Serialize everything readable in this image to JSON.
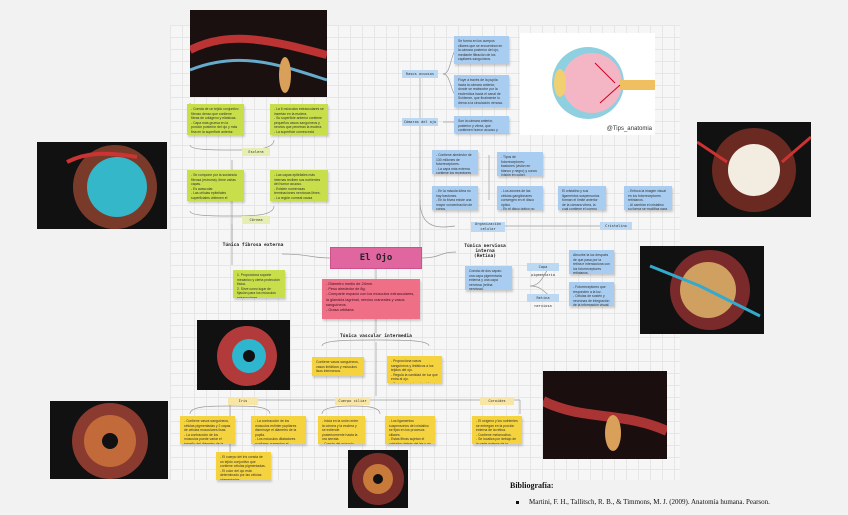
{
  "main": {
    "title": "El Ojo",
    "summary": "- Diámetro medio de 24mm.\n- Peso alrededor de 8g.\n- Comparte espacio con los músculos extraoculares, la glándula lagrimal, nervios craneales y vasos sanguíneos.\n- Grasa orbitaria."
  },
  "fibrosa": {
    "heading": "Túnica fibrosa externa",
    "esclera_tag": "Esclera",
    "cornea_tag": "Córnea",
    "esclera_left": "- Consta de un tejido conjuntivo fibroso denso que contiene fibras de colágeno y elásticas.\n- Capa más gruesa en la porción posterior del ojo y más fina en la superficie anterior.",
    "esclera_right": "- La 6 músculos extraoculares se insertan en la esclera.\n- Su superficie anterior contiene pequeños vasos sanguíneos y nervios que penetran la esclera.\n- La superficie cornea está cubierta por un epitelio escamoso estratificado fino.",
    "cornea_left": "- Se compone por la sustancia fibrosa (estroma), tiene varias capas.\n- Es avascular.\n- Las células epiteliales superficiales obtienen el oxígeno y nutrientes de las lágrimas.",
    "cornea_right": "- Las capas epiteliales más internas reciben sus nutrientes del humor acuoso.\n- Existen numerosas terminaciones nerviosas libres.\n- La región corneal causa regulares.",
    "functions": "1. Proporciona soporte mecánico y cierta protección física.\n2. Sirve como lugar de fijación para los músculos extraoculares.\n3. Contiene estructuras que ayudan a enfocar las imágenes."
  },
  "retina": {
    "heading_line1": "Túnica nerviosa interna",
    "heading_line2": "(Retina)",
    "basic_tag": "Rasos acuosos",
    "chambers_tag": "Cámaras del ojo",
    "note_basic_1": "Se forma en los cuerpos ciliares que se encuentran en la cámara posterior del ojo, mediante filtración de los capilares sanguíneos.",
    "note_basic_2": "Fluye a través de la pupila hacia la cámara anterior, donde se reabsorbe por la esclerótica hacia el canal de Schlemm, que finalmente lo drena a la circulación venosa.",
    "note_chambers": "Son la cámara anterior, posterior y vítrea, que contienen humor acuoso y vítreo.",
    "org_tag": "Organización celular",
    "org_1": "- Contiene alrededor de 130 millones de fotorreceptores.\n- La capa más externa contiene los receptores visuales.",
    "org_2": "- Tipos de fotorreceptores: bastones (visión en blanco y negro) y conos (visión en color).\n- Los conos proporcionan la visión de los diferentes colores.",
    "org_3": "- En la mácula lútea no hay bastones.\n- En la fóvea existe una mayor concentración de conos.\n- Limpio sin vasos capilares.",
    "org_4": "- Los axones de las células ganglionares convergen en el disco óptico.\n- En el disco óptico no hay fotorreceptores.",
    "vitreo_tag": "Cristalino",
    "vitreo_1": "El cristalino y sus ligamentos suspensorios forman el límite anterior de la cámara vítrea, la cual contiene el cuerpo vítreo (humor vítreo).",
    "vitreo_2": "- Enfoca la imagen visual en los fotorreceptores retinianos.\n- Al cambiar el cristalino su forma se modifica para la visión lejana.\n- El cristalino enfoca la luz en las capas neurales.",
    "layers_desc": "Consta de dos capas: una capa pigmentaria externa y una capa nerviosa (retina nerviosa).",
    "pig_tag": "Capa pigmentaria",
    "nerv_tag": "Retina nerviosa",
    "pig_note": "Absorbe la luz después de que pasa por la retina e interacciona con los fotorreceptores retinianos.",
    "nerv_note": "- Fotorreceptores que responden a la luz.\n- Células de sostén y neuronas de integración de la información visual.\n- Vasos sanguíneos."
  },
  "vascular": {
    "heading": "Túnica vascular intermedia",
    "note_left": "Contiene vasos sanguíneos, vasos linfáticos y músculos lisos intrínsecos.",
    "note_right": "- Proporciona vasos sanguíneos y linfáticos a los tejidos del ojo.\n- Regula la cantidad de luz que entra al ojo.\n- Secreta y reabsorbe el humor acuoso del interior del ojo.\n- Controla la forma del cristalino.",
    "iris_tag": "Iris",
    "ciliary_tag": "Cuerpo ciliar",
    "choroid_tag": "Coroides",
    "iris_1": "- Contiene vasos sanguíneos, células pigmentadas y 2 capas de células musculares lisas.\n- La contracción de los músculos puede variar el tamaño del diámetro de la pupila.",
    "iris_2": "- La contracción de los músculos esfínter pupilares disminuye el diámetro de la pupila.\n- Los músculos dilatadores pupilares aumentan el diámetro de la pupila.",
    "iris_3": "- El cuerpo del iris consta de un tejido conjuntivo que contiene células pigmentadas.\n- El color del ojo está determinado por las células pigmentadas.",
    "ciliary_1": "- Inicia en la unión entre la córnea y la esclera y se extiende posteriormente hasta la ora serrata.\n- Consta del músculo ciliar.",
    "ciliary_2": "- Los ligamentos suspensorios del cristalino se fijan en los procesos ciliares.\n- Estas fibras sujetan el cristalino detrás del iris y en el centro de la pupila.",
    "choroid_1": "- El oxígeno y los nutrientes se entregan en la porción externa de la retina.\n- Contiene melanocitos.\n- Se localiza por debajo de la parte externa de la retina."
  },
  "diagram_credit": "@Tips_anatomia",
  "bibliography": {
    "heading": "Bibliografía:",
    "references": [
      "Martini, F. H., Tallitsch, R. B., & Timmons, M. J. (2009). Anatomía humana. Pearson."
    ]
  },
  "colors": {
    "title_pink": "#e066a0",
    "summary_red": "#ef6f86",
    "green_note": "#c8de4a",
    "blue_note": "#a9cdf0",
    "yellow_note": "#f5d33e"
  }
}
